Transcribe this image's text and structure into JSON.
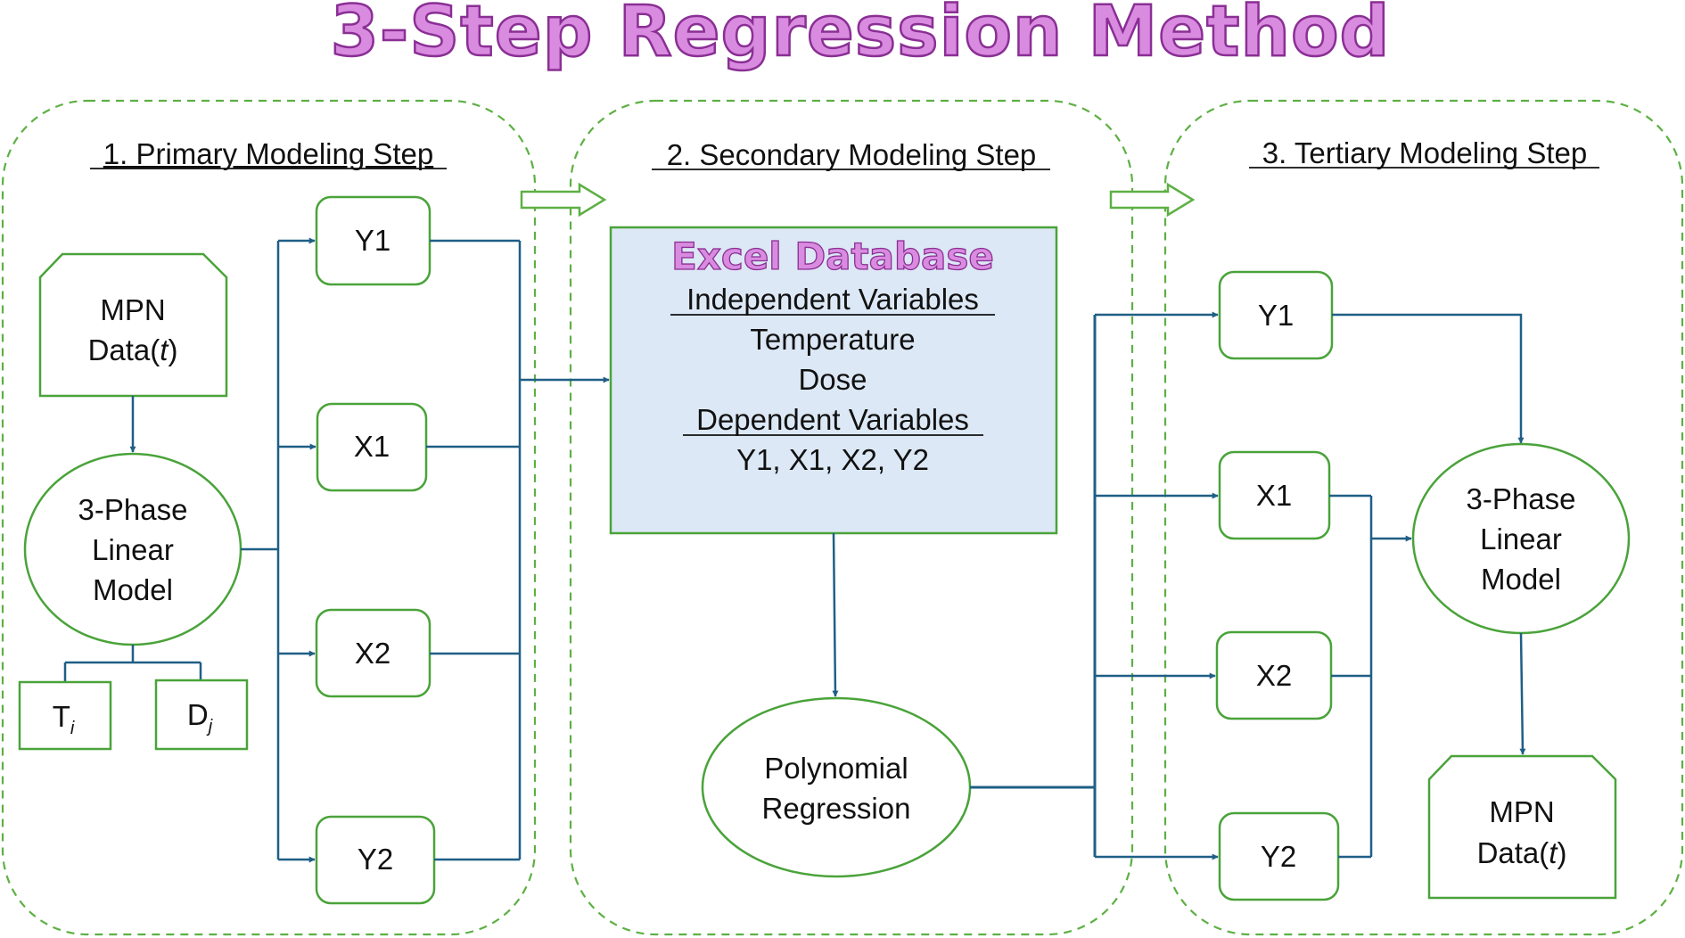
{
  "title": "3-Step Regression Method",
  "colors": {
    "title": "#d98be0",
    "title_outline": "#8a2f94",
    "panel_border": "#5db044",
    "node_border": "#4aa33a",
    "connector": "#1f5f86",
    "database_fill": "#dce8f5",
    "text": "#111111"
  },
  "steps": {
    "primary": {
      "heading": "1. Primary Modeling Step",
      "input": {
        "line1": "MPN",
        "line2_prefix": "Data(",
        "line2_var": "t",
        "line2_suffix": ")"
      },
      "model": {
        "line1": "3-Phase",
        "line2": "Linear",
        "line3": "Model"
      },
      "factors": [
        {
          "base": "T",
          "subscript": "i"
        },
        {
          "base": "D",
          "subscript": "j"
        }
      ],
      "parameters": [
        "Y1",
        "X1",
        "X2",
        "Y2"
      ]
    },
    "secondary": {
      "heading": "2. Secondary Modeling Step",
      "database": {
        "title": "Excel Database",
        "independent_heading": "Independent Variables",
        "independent_items": [
          "Temperature",
          "Dose"
        ],
        "dependent_heading": "Dependent Variables",
        "dependent_items": "Y1, X1, X2, Y2"
      },
      "regression": {
        "line1": "Polynomial",
        "line2": "Regression"
      }
    },
    "tertiary": {
      "heading": "3. Tertiary Modeling Step",
      "parameters": [
        "Y1",
        "X1",
        "X2",
        "Y2"
      ],
      "model": {
        "line1": "3-Phase",
        "line2": "Linear",
        "line3": "Model"
      },
      "output": {
        "line1": "MPN",
        "line2_prefix": "Data(",
        "line2_var": "t",
        "line2_suffix": ")"
      }
    }
  }
}
